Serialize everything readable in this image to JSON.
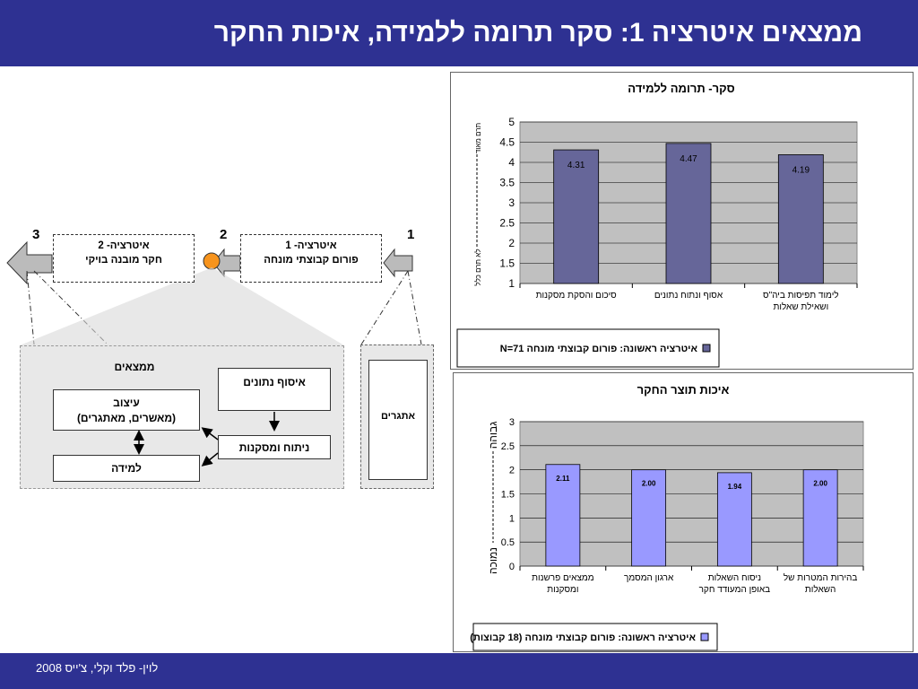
{
  "slide": {
    "title": "ממצאים איטרציה 1: סקר תרומה ללמידה, איכות החקר",
    "footer": "לוין- פלד וקלי, צ'ייס 2008"
  },
  "diagram": {
    "step_numbers": [
      "1",
      "2",
      "3"
    ],
    "iteration1": {
      "line1": "איטרציה- 1",
      "line2": "פורום קבוצתי מונחה"
    },
    "iteration2": {
      "line1": "איטרציה- 2",
      "line2": "חקר מובנה בויקי"
    },
    "challenges_label": "אתגרים",
    "findings_title": "ממצאים",
    "data_collection": "איסוף נתונים",
    "analysis": "ניתוח ומסקנות",
    "design_line1": "עיצוב",
    "design_line2": "(מאשרים, מאתגרים)",
    "learning": "למידה"
  },
  "chart_data": [
    {
      "type": "bar",
      "title": "סקר- תרומה ללמידה",
      "categories": [
        "לימוד תפיסות ביה\"ס ושאילת שאלות",
        "אסוף ונתוח נתונים",
        "סיכום והסקת מסקנות"
      ],
      "series": [
        {
          "name": "איטרציה ראשונה: פורום קבוצתי מונחה N=71",
          "values": [
            4.19,
            4.47,
            4.31
          ]
        }
      ],
      "data_labels": [
        "4.19",
        "4.47",
        "4.31"
      ],
      "ylim": [
        1,
        5
      ],
      "yticks": [
        "5",
        "4.5",
        "4",
        "3.5",
        "3",
        "2.5",
        "2",
        "1.5",
        "1"
      ],
      "ylabel_top": "תרם מאוד",
      "ylabel_bottom": "לא תרם כלל",
      "grid": true,
      "legend": "bottom",
      "bar_color": "#666699"
    },
    {
      "type": "bar",
      "title": "איכות תוצר החקר",
      "categories": [
        "בהירות המטרות של השאלות",
        "ניסוח השאלות באופן המעודד חקר",
        "ארגון המסמך",
        "ממצאים פרשנות ומסקנות"
      ],
      "series": [
        {
          "name": "איטרציה ראשונה: פורום קבוצתי מונחה (18 קבוצות)",
          "values": [
            2.0,
            1.94,
            2.0,
            2.11
          ]
        }
      ],
      "data_labels": [
        "2.00",
        "1.94",
        "2.00",
        "2.11"
      ],
      "ylim": [
        0,
        3
      ],
      "yticks": [
        "3",
        "2.5",
        "2",
        "1.5",
        "1",
        "0.5",
        "0"
      ],
      "ylabel_top": "גבוהה",
      "ylabel_bottom": "נמוכה",
      "grid": true,
      "legend": "bottom",
      "bar_color": "#9999ff"
    }
  ]
}
